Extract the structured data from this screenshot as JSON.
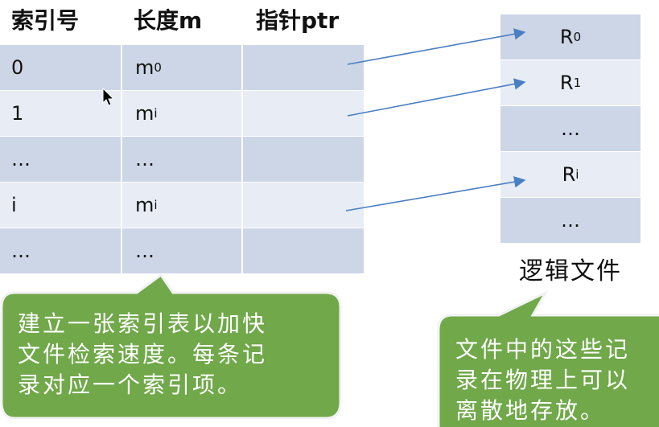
{
  "index_table": {
    "headers": [
      "索引号",
      "长度m",
      "指针ptr"
    ],
    "rows": [
      {
        "index": "0",
        "length_base": "m",
        "length_sub": "0",
        "ptr": ""
      },
      {
        "index": "1",
        "length_base": "m",
        "length_sub": "i",
        "ptr": ""
      },
      {
        "index": "…",
        "length_base": "…",
        "length_sub": "",
        "ptr": ""
      },
      {
        "index": "i",
        "length_base": "m",
        "length_sub": "i",
        "ptr": ""
      },
      {
        "index": "…",
        "length_base": "…",
        "length_sub": "",
        "ptr": ""
      }
    ]
  },
  "logical_file": {
    "label": "逻辑文件",
    "records": [
      {
        "base": "R",
        "sub": "0"
      },
      {
        "base": "R",
        "sub": "1"
      },
      {
        "base": "…",
        "sub": ""
      },
      {
        "base": "R",
        "sub": "i"
      },
      {
        "base": "…",
        "sub": ""
      }
    ]
  },
  "callouts": {
    "left": [
      "建立一张索引表以加快",
      "文件检索速度。每条记",
      "录对应一个索引项。"
    ],
    "right": [
      "文件中的这些记",
      "录在物理上可以",
      "离散地存放。"
    ]
  },
  "colors": {
    "row_dark": "#cdd6e6",
    "row_light": "#e7ecf5",
    "arrow": "#4a7fc1",
    "callout_fill": "#70a84a",
    "callout_border": "#f2f2f2"
  }
}
